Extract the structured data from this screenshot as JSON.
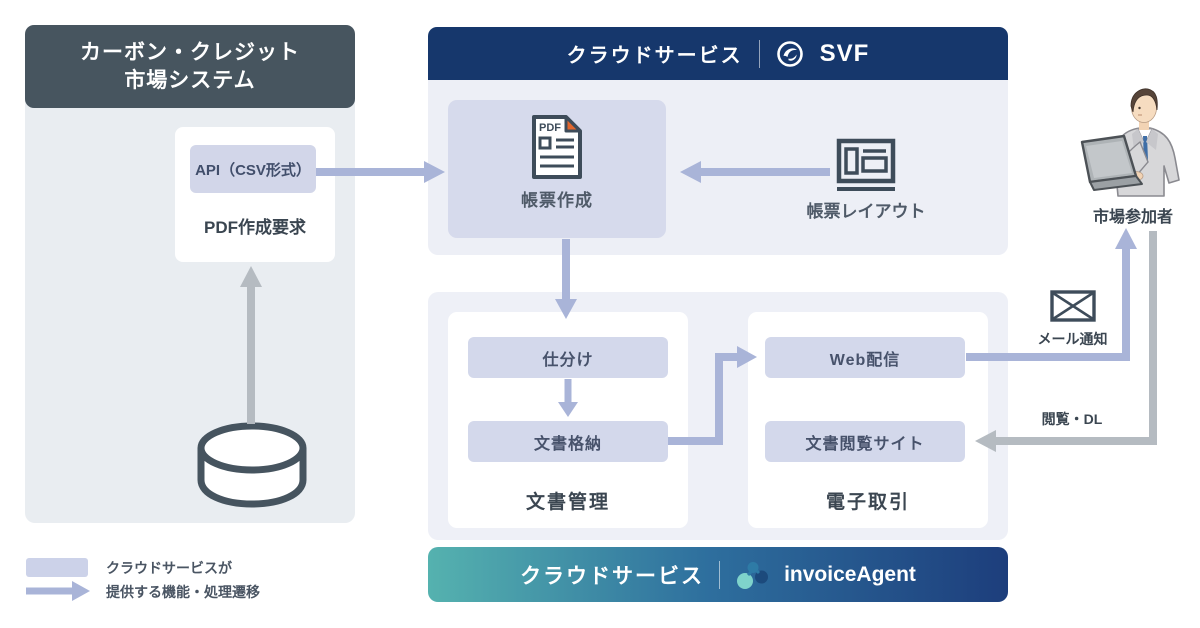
{
  "left_system": {
    "header_line1": "カーボン・クレジット",
    "header_line2": "市場システム",
    "api_chip": "API（CSV形式）",
    "request": "PDF作成要求"
  },
  "svf": {
    "service": "クラウドサービス",
    "product": "SVF",
    "form_create": "帳票作成",
    "pdf_badge": "PDF",
    "form_layout": "帳票レイアウト"
  },
  "invoice_agent": {
    "sort": "仕分け",
    "doc_store": "文書格納",
    "doc_mgmt": "文書管理",
    "web_delivery": "Web配信",
    "doc_view_site": "文書閲覧サイト",
    "e_transaction": "電子取引",
    "service": "クラウドサービス",
    "product": "invoiceAgent"
  },
  "participant": {
    "label": "市場参加者",
    "mail_notice": "メール通知",
    "view_dl": "閲覧・DL"
  },
  "legend": {
    "line1": "クラウドサービスが",
    "line2": "提供する機能・処理遷移"
  },
  "icons": {
    "database": "database-cylinder-icon",
    "pdf_document": "pdf-document-icon",
    "form_layout": "form-layout-icon",
    "envelope": "mail-envelope-icon",
    "person": "business-person-laptop-illustration",
    "svf_logo": "svf-logo-icon",
    "invoice_agent_logo": "invoice-agent-logo-icon"
  },
  "colors": {
    "accent_lavender": "#a9b4d8",
    "box_lavender": "#d4d8ec",
    "panel_light": "#edeff6",
    "left_panel_bg": "#e9edf1",
    "dark_header": "#47555f",
    "navy_header": "#16376c",
    "gradient_teal": "#55b2af",
    "gradient_navy": "#1d3e7c",
    "arrow_gray": "#b4babf",
    "icon_stroke": "#3e4c5a",
    "pdf_fold_orange": "#e2672e",
    "text_dark": "#3b4651"
  }
}
